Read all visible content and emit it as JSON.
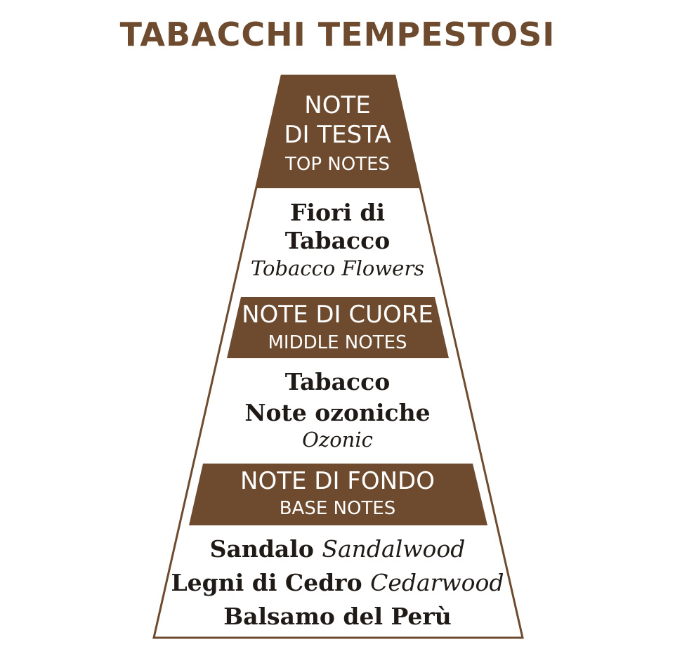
{
  "title": "TABACCHI TEMPESTOSI",
  "colors": {
    "brown": "#6e4a2e",
    "outline": "#6e4a2e",
    "background": "#ffffff",
    "text": "#1f1a16"
  },
  "top": {
    "header_line1": "NOTE",
    "header_line2": "DI TESTA",
    "header_en": "TOP NOTES",
    "ingredient_line1": "Fiori di",
    "ingredient_line2": "Tabacco",
    "ingredient_en": "Tobacco Flowers"
  },
  "middle": {
    "header": "NOTE DI CUORE",
    "header_en": "MIDDLE NOTES",
    "ingredient1": "Tabacco",
    "ingredient2": "Note ozoniche",
    "ingredient_en": "Ozonic"
  },
  "base": {
    "header": "NOTE DI FONDO",
    "header_en": "BASE NOTES",
    "item1_it": "Sandalo",
    "item1_en": "Sandalwood",
    "item2_it": "Legni di Cedro",
    "item2_en": "Cedarwood",
    "item3_it": "Balsamo del Perù"
  }
}
